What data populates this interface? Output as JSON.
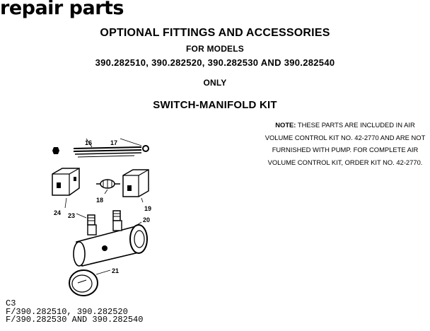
{
  "header": {
    "title": "repair parts"
  },
  "heading": {
    "subtitle": "OPTIONAL FITTINGS AND ACCESSORIES",
    "for_models": "FOR MODELS",
    "models": "390.282510, 390.282520, 390.282530 AND 390.282540",
    "only": "ONLY",
    "kit_title": "SWITCH-MANIFOLD KIT"
  },
  "note": {
    "label": "NOTE:",
    "text": "THESE PARTS ARE INCLUDED IN AIR VOLUME CONTROL KIT NO. 42-2770 AND ARE NOT FURNISHED WITH PUMP. FOR COMPLETE AIR VOLUME CONTROL KIT, ORDER KIT NO. 42-2770."
  },
  "parts": {
    "p16": "16",
    "p17": "17",
    "p18": "18",
    "p19": "19",
    "p20": "20",
    "p21": "21",
    "p23": "23",
    "p24": "24"
  },
  "footer": {
    "line1": "C3",
    "line2": "F/390.282510, 390.282520",
    "line3": "F/390.282530 AND 390.282540"
  }
}
